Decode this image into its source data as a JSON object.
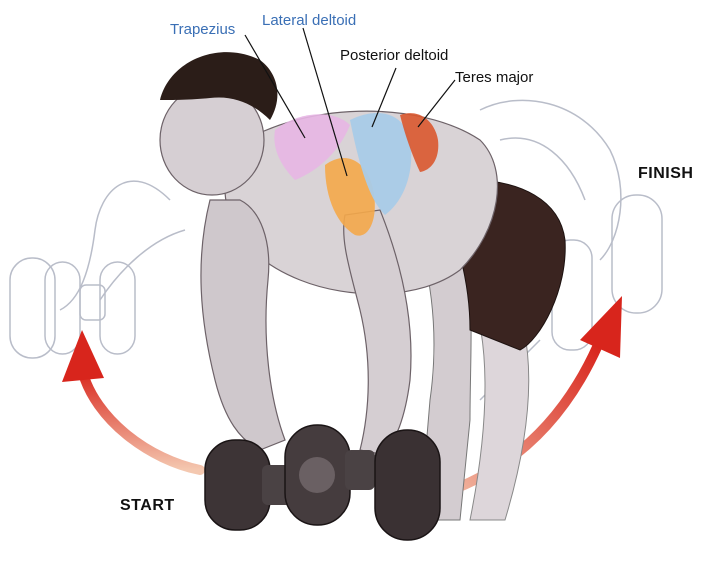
{
  "labels": {
    "trapezius": "Trapezius",
    "lateral_deltoid": "Lateral deltoid",
    "posterior_deltoid": "Posterior deltoid",
    "teres_major": "Teres major"
  },
  "phases": {
    "start": "START",
    "finish": "FINISH"
  },
  "colors": {
    "arrow": "#d8251c",
    "trapezius": "#e7b6e4",
    "lateral_deltoid": "#f4a94a",
    "posterior_deltoid": "#a9cbe8",
    "teres_major": "#d9582f",
    "skin": "#d9d3d6",
    "shorts": "#3a2420",
    "hair": "#2b1d18"
  }
}
